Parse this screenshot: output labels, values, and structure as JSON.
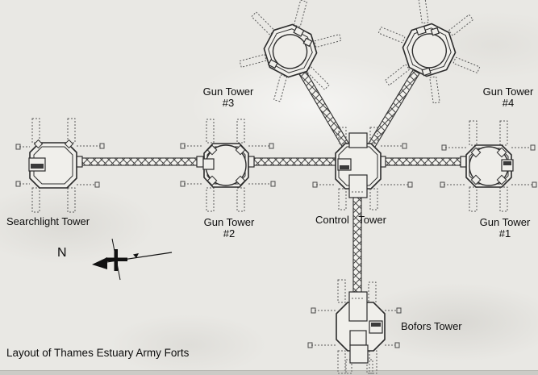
{
  "caption": "Layout of Thames Estuary Army Forts",
  "compass": {
    "north_label": "N"
  },
  "towers": {
    "gun3": {
      "name": "Gun Tower",
      "number": "#3"
    },
    "gun4": {
      "name": "Gun Tower",
      "number": "#4"
    },
    "searchlight": {
      "name": "Searchlight Tower"
    },
    "gun2": {
      "name": "Gun Tower",
      "number": "#2"
    },
    "control": {
      "name": "Control Tower"
    },
    "gun1": {
      "name": "Gun Tower",
      "number": "#1"
    },
    "bofors": {
      "name": "Bofors Tower"
    }
  },
  "colors": {
    "paper": "#e9e8e4",
    "ink": "#2c2c2c",
    "text": "#0e0e0e"
  }
}
